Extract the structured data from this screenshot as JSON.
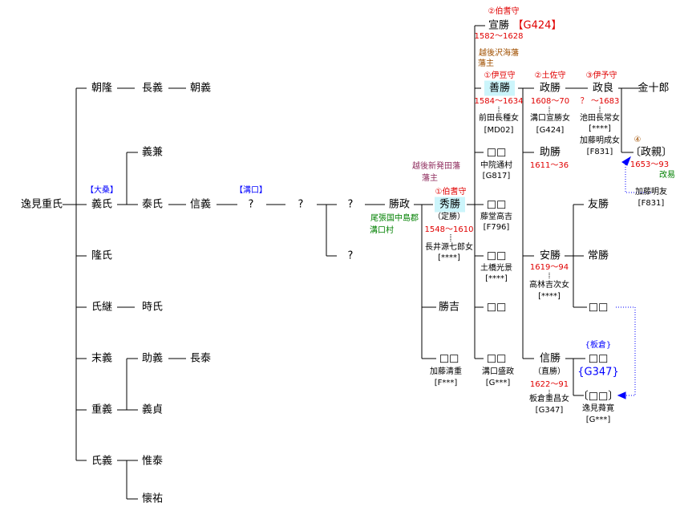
{
  "root": "逸見重氏",
  "gen1": [
    "朝隆",
    "義氏",
    "隆氏",
    "氏継",
    "末義",
    "重義",
    "氏義"
  ],
  "oguwa_label": "【大桑】",
  "nagayoshi": "長義",
  "tomoyoshi": "朝義",
  "yoshikane": "義兼",
  "yasuuji": "泰氏",
  "nobuyoshi": "信義",
  "mizoguchi_label": "【溝口】",
  "q": "?",
  "tokiuji": "時氏",
  "sukeyoshi": "助義",
  "nagayasu": "長泰",
  "yoshisada": "義貞",
  "koretomo": "惟泰",
  "kaiyu": "懐祐",
  "katsumasa": "勝政",
  "katsumasa_place": [
    "尾張国中島郡",
    "溝口村"
  ],
  "hidekatsu": {
    "name": "秀勝",
    "domain": [
      "越後新発田藩",
      "藩主"
    ],
    "title": "①伯耆守",
    "alias": "（定勝）",
    "years": "1548〜1610",
    "wife": "長井源七郎女",
    "wife_code": "[****]"
  },
  "katsuyoshi": "勝吉",
  "unknown": "□□",
  "kato_kiyoshige": "加藤清重",
  "kato_code": "[F***]",
  "nobukatsu_top": {
    "name": "宣勝",
    "code": "【G424】",
    "title": "②伯耆守",
    "years": "1582〜1628",
    "domain": [
      "越後沢海藩",
      "藩主"
    ]
  },
  "yoshikatsu": {
    "name": "善勝",
    "title": "①伊豆守",
    "years": "1584〜1634",
    "wife": "前田長種女",
    "wife_code": "[MD02]"
  },
  "d1": {
    "spouse": "中院通村",
    "code": "[G817]"
  },
  "d2": {
    "spouse": "藤堂高吉",
    "code": "[F796]"
  },
  "d3": {
    "spouse": "土橋光景",
    "code": "[****]"
  },
  "d5": {
    "spouse": "溝口盛政",
    "code": "[G***]"
  },
  "masakatsu": {
    "name": "政勝",
    "title": "②土佐守",
    "years": "1608〜70",
    "wife": "溝口宣勝女",
    "wife_code": "[G424]"
  },
  "masayoshi": {
    "name": "政良",
    "title": "③伊予守",
    "years": "？ 〜1683",
    "wife1": "池田長常女",
    "wife1_code": "[****]",
    "wife2": "加藤明成女",
    "wife2_code": "[F831]"
  },
  "kinjuro": "金十郎",
  "masachika": {
    "name": "〔政親〕",
    "num": "④",
    "years": "1653〜93",
    "note": "改易",
    "origin": "加藤明友",
    "origin_code": "[F831]"
  },
  "sukekatsu": {
    "name": "助勝",
    "years": "1611〜36"
  },
  "yasukatsu": {
    "name": "安勝",
    "years": "1619〜94",
    "wife": "高林吉次女",
    "wife_code": "[****]"
  },
  "tomokatsu": "友勝",
  "tsunekatsu": "常勝",
  "nobukatsu": {
    "name": "信勝",
    "alias": "（直勝）",
    "years": "1622〜91",
    "wife": "板倉重昌女",
    "wife_code": "[G347]"
  },
  "itakura": {
    "label": "{板倉}",
    "code": "{G347}"
  },
  "adopted": {
    "name": "〔□□〕",
    "real": "逸見蕣寛",
    "code": "[G***]"
  }
}
